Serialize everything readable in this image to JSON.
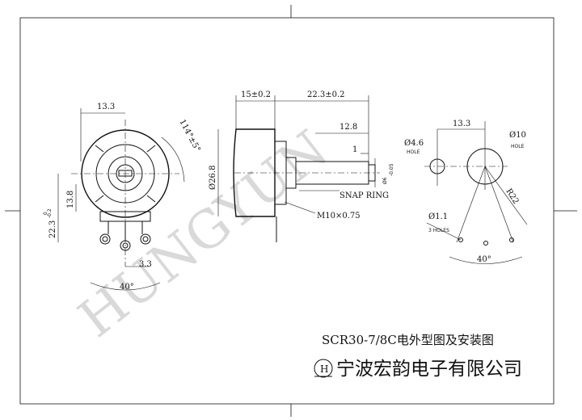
{
  "watermark": "HUNGYUN",
  "front_view": {
    "width_dim": "13.3",
    "angle_dim": "114°±5°",
    "height_dim_a": "13.8",
    "height_dim_b": "22.3",
    "height_tol_upper": "0",
    "height_tol_lower": "-0.2",
    "pin_pitch": "3.3",
    "pin_angle": "40°"
  },
  "side_view": {
    "body_len": "15±0.2",
    "shaft_len": "22.3±0.2",
    "flat_len": "12.8",
    "flat_step": "1",
    "diameter": "Ø26.8",
    "shaft_diameter": "Ø6",
    "shaft_tol": "-0.05",
    "snap_ring": "SNAP RING",
    "thread": "M10×0.75"
  },
  "mount_view": {
    "pitch": "13.3",
    "small_hole": "Ø4.6",
    "small_hole_label": "HOLE",
    "big_hole": "Ø10",
    "big_hole_label": "HOLE",
    "radius": "R22",
    "pin_hole": "Ø1.1",
    "pin_hole_label": "3 HOLES",
    "pin_angle": "40°"
  },
  "title_block": {
    "drawing_title": "SCR30-7/8C电外型图及安装图",
    "logo_letter": "H",
    "company": "宁波宏韵电子有限公司"
  }
}
